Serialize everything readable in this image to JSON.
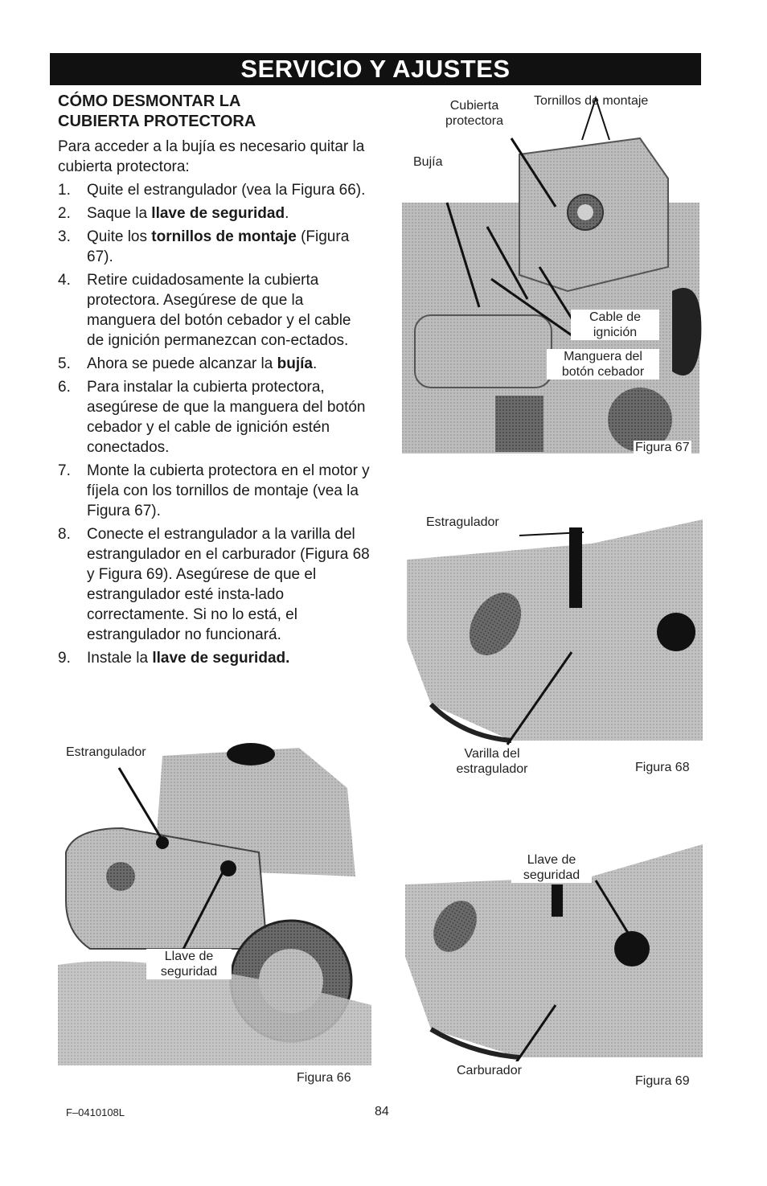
{
  "header": {
    "title": "SERVICIO Y AJUSTES"
  },
  "section": {
    "title_line1": "CÓMO DESMONTAR LA",
    "title_line2": "CUBIERTA PROTECTORA",
    "intro": "Para acceder a la bujía es necesario quitar la cubierta protectora:",
    "steps": [
      {
        "num": "1.",
        "pre": "Quite el estrangulador (vea la Figura 66).",
        "bold": "",
        "post": ""
      },
      {
        "num": "2.",
        "pre": "Saque la ",
        "bold": "llave de seguridad",
        "post": "."
      },
      {
        "num": "3.",
        "pre": "Quite los ",
        "bold": "tornillos de montaje",
        "post": " (Figura 67)."
      },
      {
        "num": "4.",
        "pre": "Retire cuidadosamente la cubierta protectora. Asegúrese de que la manguera del botón cebador y el cable de ignición permanezcan con-ectados.",
        "bold": "",
        "post": ""
      },
      {
        "num": "5.",
        "pre": "Ahora se puede alcanzar la ",
        "bold": "bujía",
        "post": "."
      },
      {
        "num": "6.",
        "pre": "Para instalar la cubierta protectora, asegúrese de que la manguera del botón cebador y el cable de ignición estén conectados.",
        "bold": "",
        "post": ""
      },
      {
        "num": "7.",
        "pre": "Monte la cubierta protectora en el motor y fíjela con los tornillos de montaje (vea la Figura 67).",
        "bold": "",
        "post": ""
      },
      {
        "num": "8.",
        "pre": "Conecte el estrangulador a la varilla del estrangulador en el carburador (Figura 68 y Figura 69). Asegúrese de que el estrangulador esté insta-lado correctamente. Si no lo está, el estrangulador no funcionará.",
        "bold": "",
        "post": ""
      },
      {
        "num": "9.",
        "pre": "Instale la ",
        "bold": "llave de seguridad.",
        "post": ""
      }
    ]
  },
  "figures": {
    "fig67": {
      "caption": "Figura 67",
      "label_cubierta_1": "Cubierta",
      "label_cubierta_2": "protectora",
      "label_tornillos": "Tornillos de montaje",
      "label_bujia": "Bujía",
      "label_cable_1": "Cable de",
      "label_cable_2": "ignición",
      "label_manguera_1": "Manguera del",
      "label_manguera_2": "botón cebador"
    },
    "fig68": {
      "caption": "Figura 68",
      "label_estrangulador": "Estragulador",
      "label_varilla_1": "Varilla del",
      "label_varilla_2": "estragulador"
    },
    "fig66": {
      "caption": "Figura 66",
      "label_estrangulador": "Estrangulador",
      "label_llave_1": "Llave de",
      "label_llave_2": "seguridad"
    },
    "fig69": {
      "caption": "Figura 69",
      "label_llave_1": "Llave de",
      "label_llave_2": "seguridad",
      "label_carburador": "Carburador"
    }
  },
  "footer": {
    "code": "F–0410108L",
    "page": "84"
  }
}
